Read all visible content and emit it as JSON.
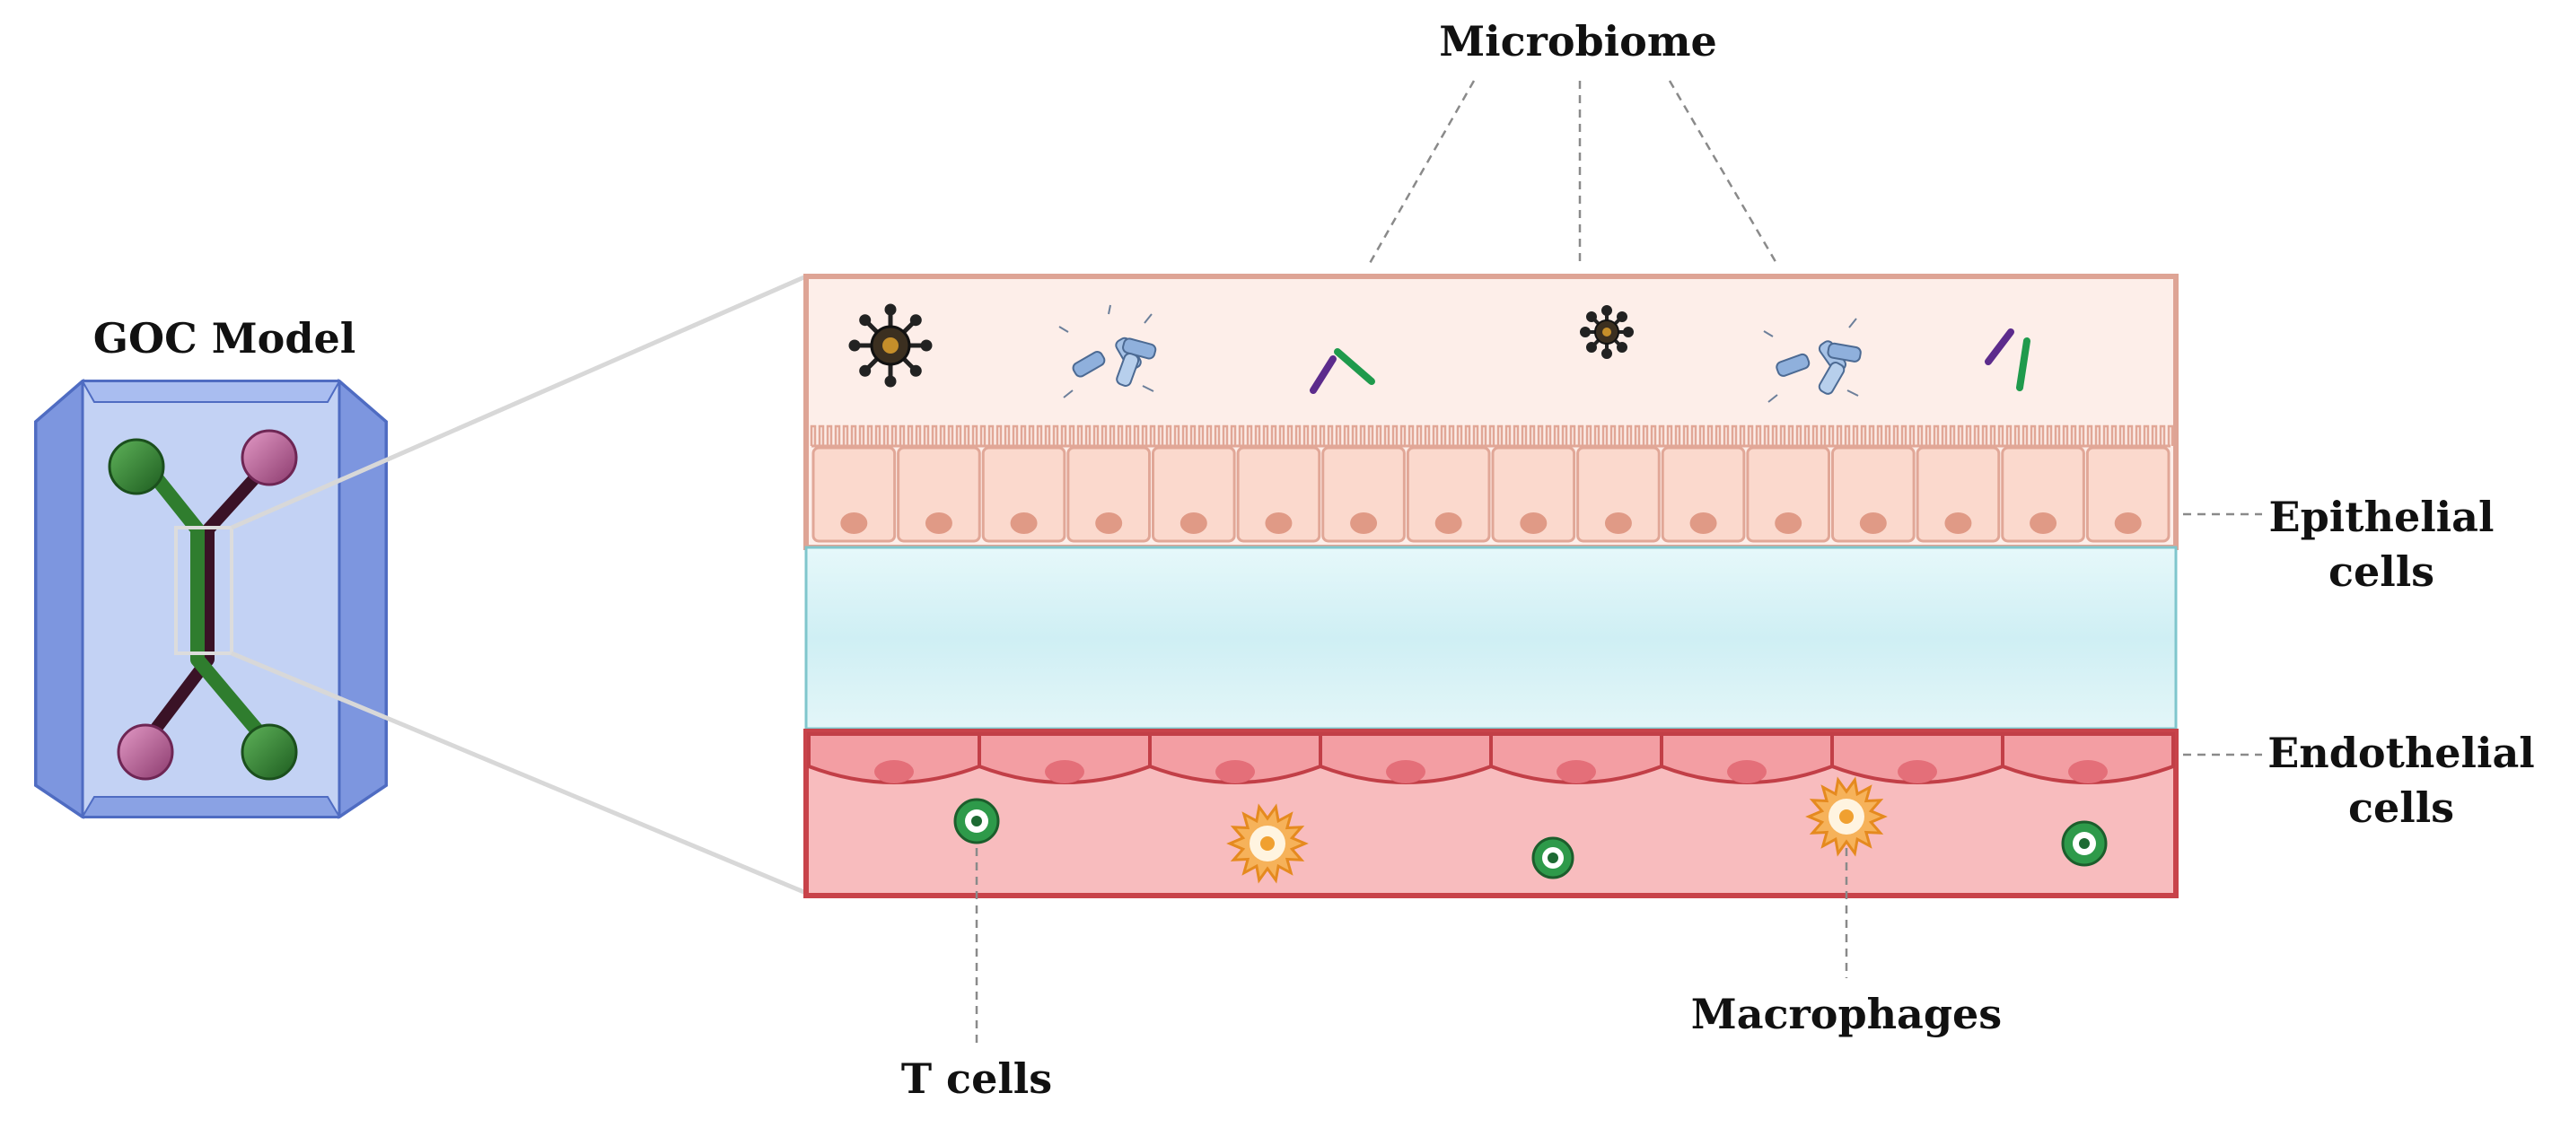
{
  "labels": {
    "chip": "GOC Model",
    "microbiome": "Microbiome",
    "epithelial_line1": "Epithelial",
    "epithelial_line2": "cells",
    "endothelial_line1": "Endothelial",
    "endothelial_line2": "cells",
    "macrophages": "Macrophages",
    "t_cells": "T cells"
  },
  "colors": {
    "chip_body": "#c3d2f4",
    "chip_edge": "#5b78cf",
    "channel_green": "#2f7d2e",
    "channel_dark": "#3a1226",
    "port_pink": "#c06aa0",
    "epithelial_band": "#fbe3dc",
    "epithelial_outline": "#d9988a",
    "membrane_zone": "#d9f3f6",
    "endothelial_band": "#f6b9bc",
    "endothelial_outline": "#c8434a",
    "t_cell_green": "#2e9a4a",
    "macrophage_orange": "#f0a030"
  },
  "microbes": [
    "virus",
    "bacteria-cluster",
    "rod-pair",
    "virus",
    "bacteria-cluster",
    "rod-pair"
  ],
  "counts": {
    "epithelial_cells": 16,
    "endothelial_cells": 8,
    "t_cells": 3,
    "macrophages": 2
  }
}
